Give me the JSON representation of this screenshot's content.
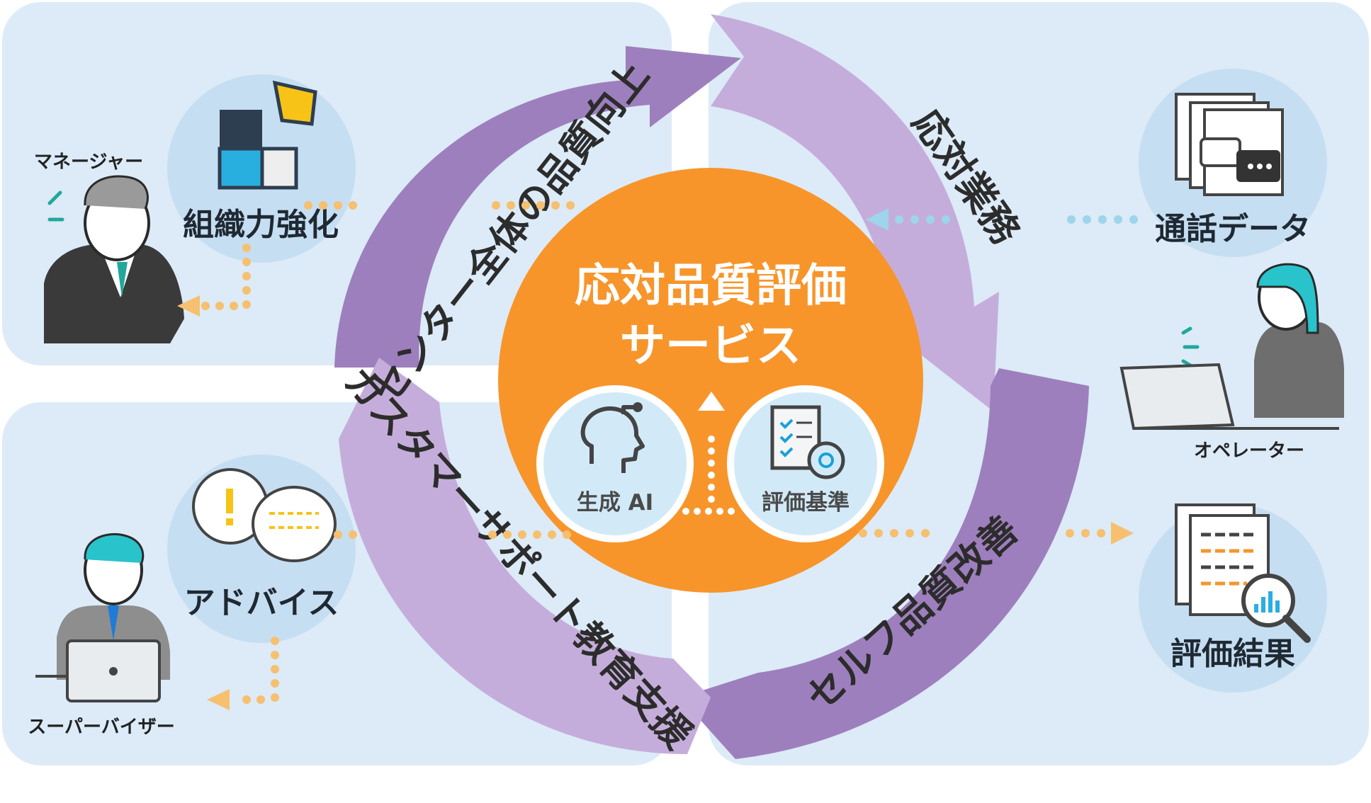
{
  "center": {
    "title_line1": "応対品質評価",
    "title_line2": "サービス",
    "badge_left": "生成 AI",
    "badge_right": "評価基準"
  },
  "ring": {
    "top_left": "センター全体の品質向上",
    "top_right": "応対業務",
    "bottom_right": "セルフ品質改善",
    "bottom_left": "カスタマーサポート教育支援"
  },
  "nodes": {
    "org": "組織力強化",
    "call_data": "通話データ",
    "advice": "アドバイス",
    "results": "評価結果"
  },
  "roles": {
    "manager": "マネージャー",
    "operator": "オペレーター",
    "supervisor": "スーパーバイザー"
  },
  "colors": {
    "panel": "#dcebf7",
    "node_circle": "#c6def2",
    "arrow_dark": "#9e7fbd",
    "arrow_light": "#c5addb",
    "center": "#f7952b",
    "dots_orange": "#f6c070",
    "dots_blue": "#9ed4ec",
    "badge_fill": "#d2eaf8"
  }
}
